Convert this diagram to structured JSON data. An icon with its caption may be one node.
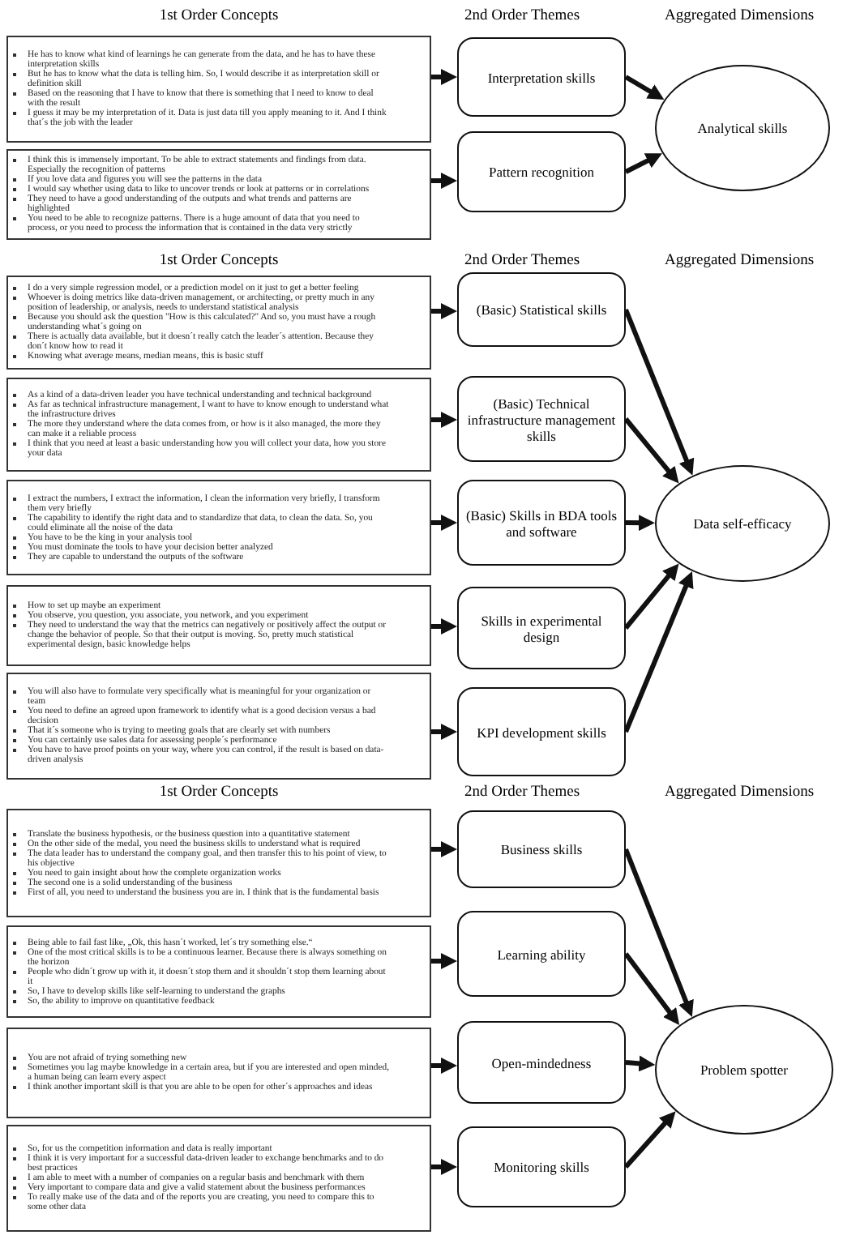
{
  "diagram": {
    "nodes": [
      {
        "text": [
          "He has to know what kind of learnings he can generate from the data, and he has to have these interpretation skills",
          "But he has to know what the data is telling him. So, I would describe it as interpretation skill or definition skill",
          "Based on the reasoning that I have to know that there is something that I need to know to deal with the result",
          "I guess it may be my interpretation of it. Data is just data till you apply meaning to it. And I think that´s the job with the leader"
        ]
      },
      {
        "text": [
          "Interpretation skills"
        ]
      },
      {
        "text": [
          "I think this is immensely important. To be able to extract statements and findings from data. Especially the recognition of patterns",
          "If you love data and figures you will see the patterns in the data",
          "I would say whether using data to like to uncover trends or look at patterns or in correlations",
          "They need to have a good understanding of the outputs and what trends and patterns are highlighted",
          "You need to be able to recognize patterns. There is a huge amount of data that you need to process, or you need to process the information that is contained in the data very strictly"
        ]
      },
      {
        "text": [
          "Pattern recognition"
        ]
      },
      {
        "text": [
          "Analytical skills"
        ]
      },
      {
        "text": [
          "I do a very simple regression model, or a prediction model on it just to get a better feeling",
          "Whoever is doing metrics like data-driven management, or architecting, or pretty much in any position of leadership, or analysis, needs to understand statistical analysis",
          "Because you should ask the question \"How is this calculated?\" And so, you must have a rough understanding what´s going on",
          "There is actually data available, but it doesn´t really catch the leader´s attention. Because they don´t know how to read it",
          "Knowing what average means, median means, this is basic stuff"
        ]
      },
      {
        "text": [
          "(Basic) Statistical skills"
        ]
      },
      {
        "text": [
          "As a kind of a data-driven leader you have technical understanding and technical background",
          "As far as technical infrastructure management, I want to have to know enough to understand what the infrastructure drives",
          "The more they understand where the data comes from, or how is it also managed, the more they can make it a reliable process",
          "I think that you need at least a basic understanding how you will collect your data, how you store your data"
        ]
      },
      {
        "text": [
          "(Basic) Technical infrastructure management skills"
        ]
      },
      {
        "text": [
          "I extract the numbers, I extract the information, I clean the information very briefly, I transform them very briefly",
          "The capability to identify the right data and to standardize that data, to clean the data. So, you could eliminate all the noise of the data",
          "You have to be the king in your analysis tool",
          "You must dominate the tools to have your decision better analyzed",
          "They are capable to understand the outputs of the software"
        ]
      },
      {
        "text": [
          "(Basic) Skills in BDA tools and software"
        ]
      },
      {
        "text": [
          "How to set up maybe an experiment",
          "You observe, you question, you associate, you network, and you experiment",
          "They need to understand the way that the metrics can negatively or positively affect the output or change the behavior of people. So that their output is moving. So, pretty much statistical experimental design, basic knowledge helps"
        ]
      },
      {
        "text": [
          "Skills in experimental design"
        ]
      },
      {
        "text": [
          "You will also have to formulate very specifically what is meaningful for your organization or team",
          "You need to define an agreed upon framework to identify what is a good decision versus a bad decision",
          "That it´s someone who is trying to meeting goals that are clearly set with numbers",
          "You can certainly use sales data for assessing people´s performance",
          "You have to have proof points on your way, where you can control, if the result is based on data-driven analysis"
        ]
      },
      {
        "text": [
          "KPI development skills"
        ]
      },
      {
        "text": [
          "Data self-efficacy"
        ]
      },
      {
        "text": [
          "Translate the business hypothesis, or the business question into a quantitative statement",
          "On the other side of the medal, you need the business skills to understand what is required",
          "The data leader has to understand the company goal, and then transfer this to his point of view, to his objective",
          "You need to gain insight about how the complete organization works",
          "The second one is a solid understanding of the business",
          "First of all, you need to understand the business you are in. I think that is the fundamental basis"
        ]
      },
      {
        "text": [
          "Business skills"
        ]
      },
      {
        "text": [
          "Being able to fail fast like, „Ok, this hasn´t worked, let´s try something else.“",
          "One of the most critical skills is to be a continuous learner. Because there is always something on the horizon",
          "People who didn´t grow up with it, it doesn´t stop them and it shouldn´t stop them learning about it",
          "So, I have to develop skills like self-learning to understand the graphs",
          "So, the ability to improve on quantitative feedback"
        ]
      },
      {
        "text": [
          "Learning ability"
        ]
      },
      {
        "text": [
          "You are not afraid of trying something new",
          "Sometimes you lag maybe knowledge in a certain area, but if you are interested and open minded, a human being can learn every aspect",
          "I think another important skill is that you are able to be open for other´s approaches and ideas"
        ]
      },
      {
        "text": [
          "Open-mindedness"
        ]
      },
      {
        "text": [
          "So, for us the competition information and data is really important",
          "I think it is very important for a successful data-driven leader to exchange benchmarks and to do best practices",
          "I am able to meet with a number of companies on a regular basis and benchmark with them",
          "Very important to compare data and give a valid statement about the business performances",
          "To really make use of the data and of the reports you are creating, you need to compare this to some other data"
        ]
      },
      {
        "text": [
          "Monitoring skills"
        ]
      },
      {
        "text": [
          "Problem spotter"
        ]
      }
    ],
    "edges": [
      {
        "from": 0,
        "to": 1,
        "arrow": "to"
      },
      {
        "from": 2,
        "to": 3,
        "arrow": "to"
      },
      {
        "from": 1,
        "to": 4,
        "arrow": "to"
      },
      {
        "from": 3,
        "to": 4,
        "arrow": "to"
      },
      {
        "from": 5,
        "to": 6,
        "arrow": "to"
      },
      {
        "from": 7,
        "to": 8,
        "arrow": "to"
      },
      {
        "from": 9,
        "to": 10,
        "arrow": "to"
      },
      {
        "from": 11,
        "to": 12,
        "arrow": "to"
      },
      {
        "from": 13,
        "to": 14,
        "arrow": "to"
      },
      {
        "from": 6,
        "to": 15,
        "arrow": "to"
      },
      {
        "from": 8,
        "to": 15,
        "arrow": "to"
      },
      {
        "from": 10,
        "to": 15,
        "arrow": "to"
      },
      {
        "from": 12,
        "to": 15,
        "arrow": "to"
      },
      {
        "from": 14,
        "to": 15,
        "arrow": "to"
      },
      {
        "from": 16,
        "to": 17,
        "arrow": "to"
      },
      {
        "from": 18,
        "to": 19,
        "arrow": "to"
      },
      {
        "from": 20,
        "to": 21,
        "arrow": "to"
      },
      {
        "from": 22,
        "to": 23,
        "arrow": "to"
      },
      {
        "from": 17,
        "to": 24,
        "arrow": "to"
      },
      {
        "from": 19,
        "to": 24,
        "arrow": "to"
      },
      {
        "from": 21,
        "to": 24,
        "arrow": "to"
      },
      {
        "from": 23,
        "to": 24,
        "arrow": "to"
      }
    ],
    "labels": [
      "1st Order Concepts",
      "2nd Order Themes",
      "Aggregated Dimensions",
      "1st Order Concepts",
      "2nd Order Themes",
      "Aggregated Dimensions",
      "1st Order Concepts",
      "2nd Order Themes",
      "Aggregated Dimensions"
    ]
  }
}
